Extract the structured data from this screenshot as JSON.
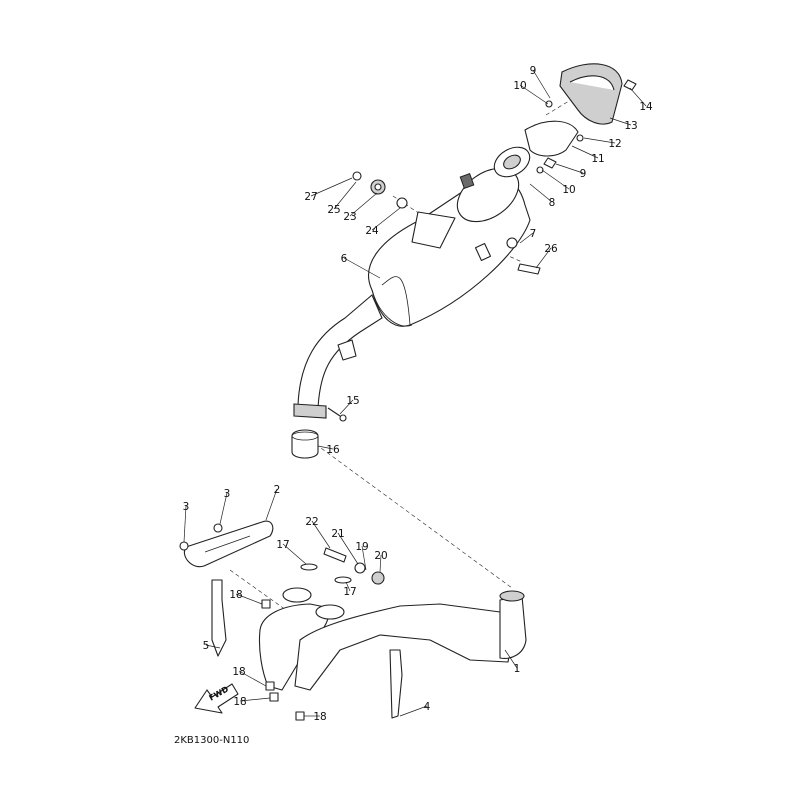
{
  "diagram": {
    "drawing_code": "2KB1300-N110",
    "direction_arrow_text": "FWD",
    "callouts": [
      "1",
      "2",
      "3",
      "3",
      "4",
      "5",
      "6",
      "7",
      "8",
      "9",
      "9",
      "10",
      "10",
      "11",
      "12",
      "13",
      "14",
      "15",
      "16",
      "17",
      "17",
      "18",
      "18",
      "18",
      "18",
      "19",
      "20",
      "21",
      "22",
      "23",
      "24",
      "25",
      "26",
      "27"
    ]
  }
}
